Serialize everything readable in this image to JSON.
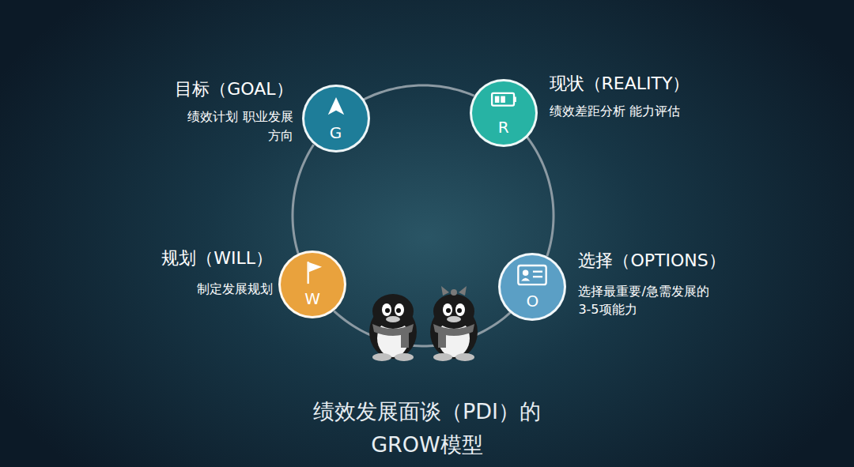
{
  "diagram": {
    "title": "绩效发展面谈（PDI）的 GROW模型",
    "nodes": [
      {
        "text": [
          "目标（GOAL）",
          "绩效计划 职业发展方向",
          "G"
        ]
      },
      {
        "text": [
          "现状（REALITY）",
          "绩效差距分析 能力评估",
          "R"
        ]
      },
      {
        "text": [
          "选择（OPTIONS）",
          "选择最重要/急需发展的3-5项能力",
          "O"
        ]
      },
      {
        "text": [
          "规划（WILL）",
          "制定发展规划",
          "W"
        ]
      }
    ],
    "edges": [
      {
        "from": 0,
        "to": 1,
        "arrow": "none"
      },
      {
        "from": 1,
        "to": 2,
        "arrow": "none"
      },
      {
        "from": 2,
        "to": 3,
        "arrow": "none"
      },
      {
        "from": 3,
        "to": 0,
        "arrow": "none"
      }
    ]
  }
}
